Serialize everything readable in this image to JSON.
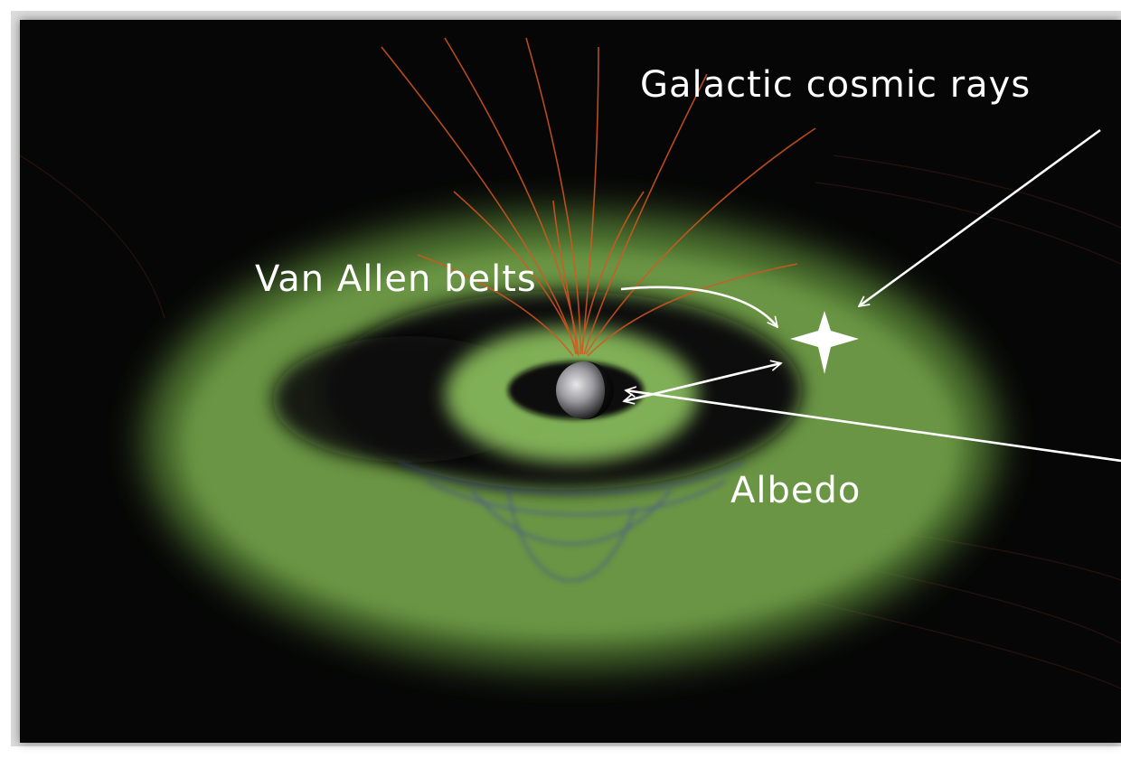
{
  "labels": {
    "galactic_cosmic_rays": "Galactic cosmic rays",
    "van_allen_belts": "Van Allen belts",
    "albedo": "Albedo"
  },
  "colors": {
    "background": "#060606",
    "belt_green": "#6f9c45",
    "field_lines_orange": "#d8561f",
    "field_lines_blue": "#3a3fa8",
    "annotation": "#ffffff"
  },
  "icons": {
    "spacecraft": "four-point-star-icon",
    "earth": "earth-icon"
  }
}
